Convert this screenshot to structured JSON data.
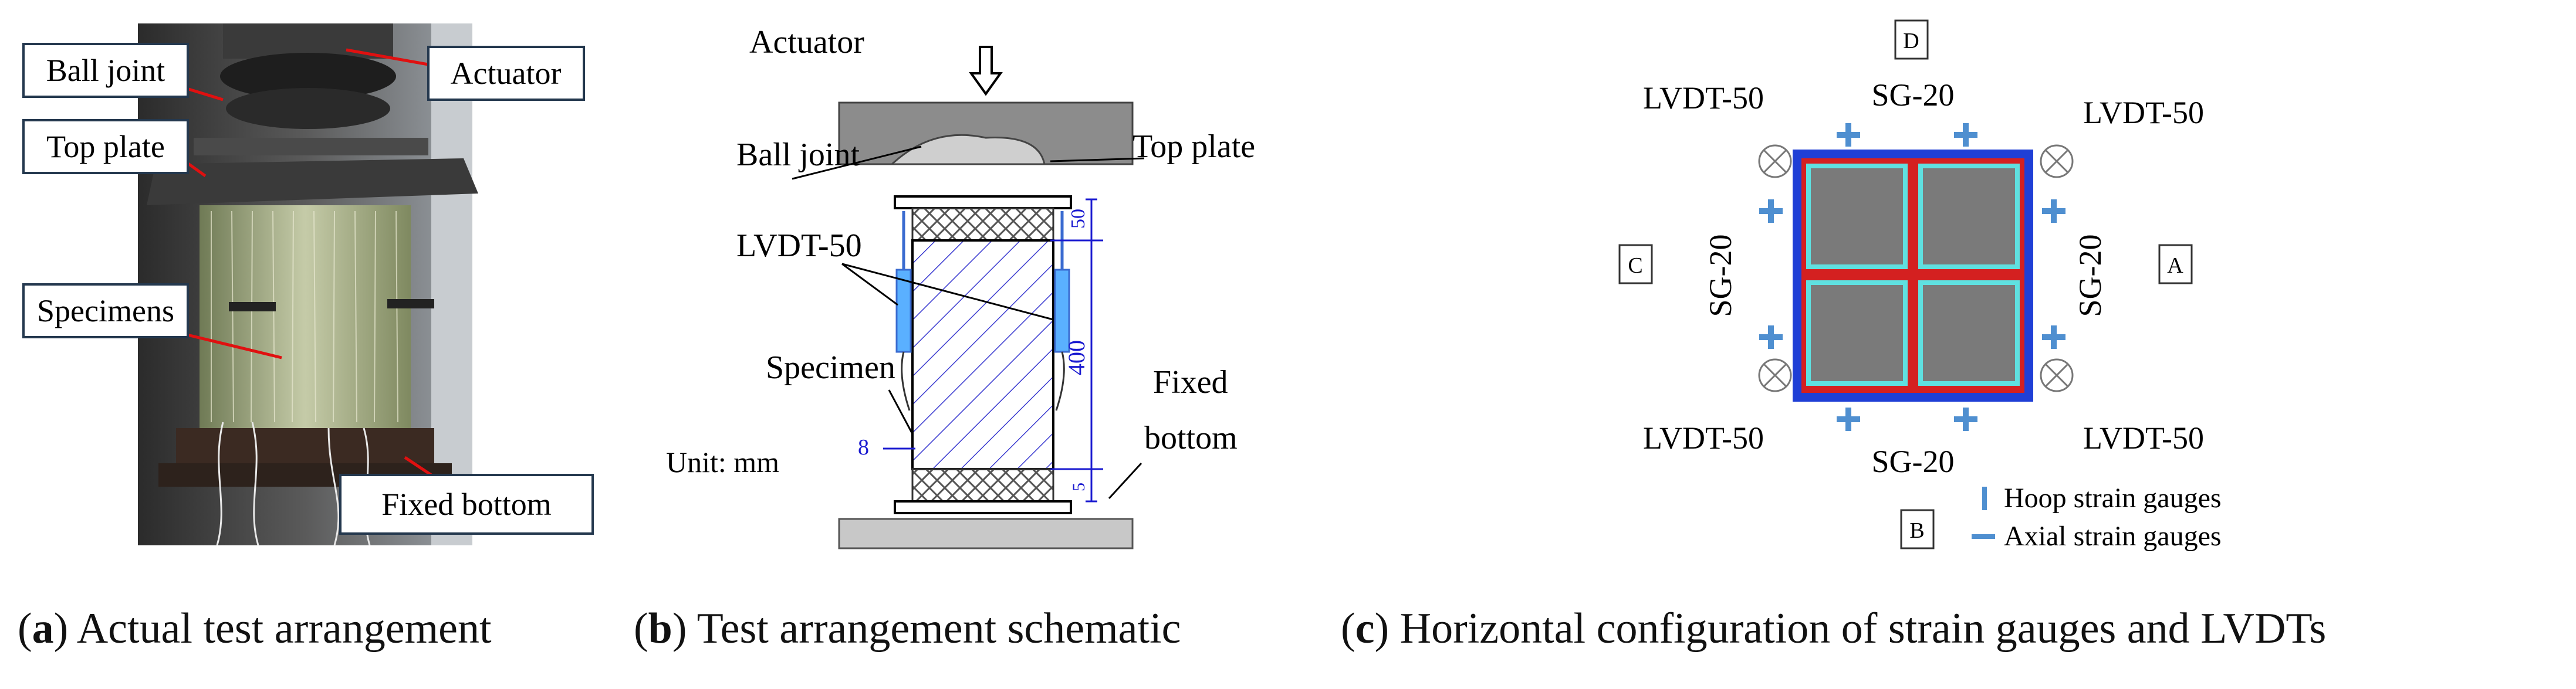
{
  "panel_a": {
    "labels": {
      "ball_joint": "Ball joint",
      "actuator": "Actuator",
      "top_plate": "Top plate",
      "specimens": "Specimens",
      "fixed_bottom": "Fixed bottom"
    }
  },
  "panel_b": {
    "labels": {
      "actuator": "Actuator",
      "ball_joint": "Ball joint",
      "top_plate": "Top plate",
      "lvdt": "LVDT-50",
      "specimen": "Specimen",
      "fixed": "Fixed",
      "bottom": "bottom",
      "unit": "Unit: mm"
    },
    "dims": {
      "top": "50",
      "height": "400",
      "gap": "8",
      "bottom": "5"
    }
  },
  "panel_c": {
    "side_labels": {
      "d": "D",
      "a": "A",
      "b": "B",
      "c": "C"
    },
    "lvdt_tl": "LVDT-50",
    "lvdt_tr": "LVDT-50",
    "lvdt_bl": "LVDT-50",
    "lvdt_br": "LVDT-50",
    "sg_top": "SG-20",
    "sg_bottom": "SG-20",
    "sg_left": "SG-20",
    "sg_right": "SG-20",
    "legend": {
      "hoop": "Hoop strain gauges",
      "axial": "Axial strain gauges"
    },
    "colors": {
      "outer": "#1f3fd6",
      "inner": "#d42020",
      "cells": "#7a7a7a",
      "cell_border": "#5fe0e0",
      "gauge": "#4f8fd0"
    }
  },
  "captions": {
    "a_letter": "a",
    "a_text": ") Actual test arrangement",
    "b_letter": "b",
    "b_text": ") Test arrangement schematic",
    "c_letter": "c",
    "c_text": ") Horizontal configuration of strain gauges and LVDTs"
  }
}
